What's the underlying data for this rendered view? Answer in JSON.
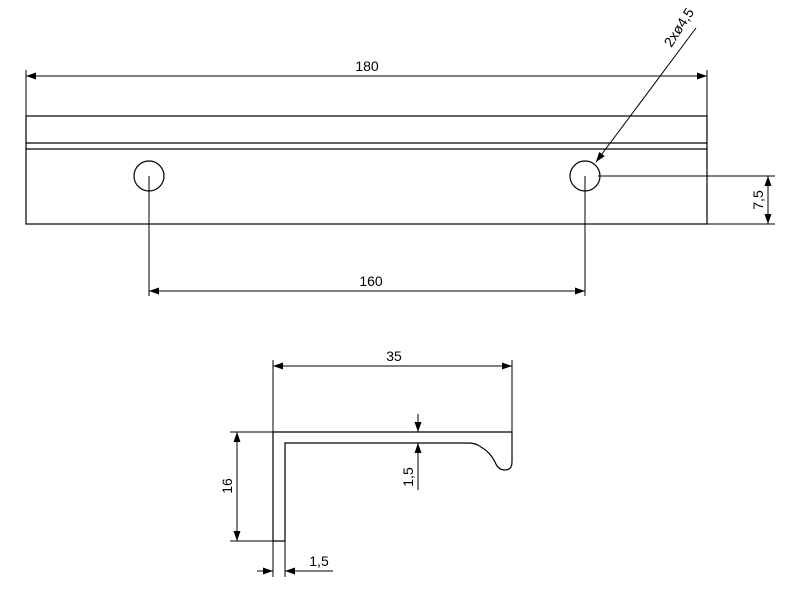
{
  "drawing": {
    "top_view": {
      "overall_length": "180",
      "hole_spacing": "160",
      "hole_callout": "2xø4,5",
      "hole_offset": "7,5"
    },
    "profile_view": {
      "width": "35",
      "height": "16",
      "thickness_horizontal": "1,5",
      "thickness_vertical": "1,5"
    }
  }
}
